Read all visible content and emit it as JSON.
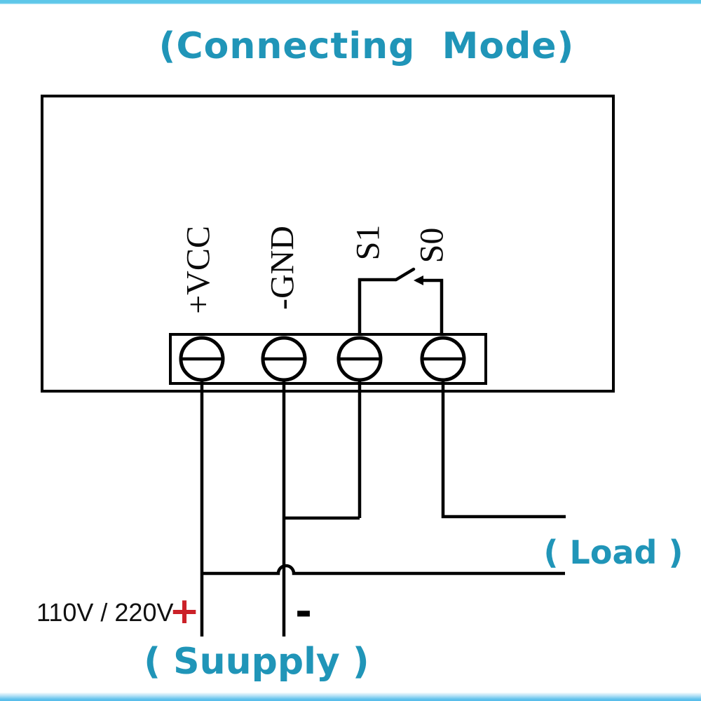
{
  "title": "(Connecting  Mode)",
  "colors": {
    "accent_cyan": "#2095b8",
    "bar_top": "#5ec7e9",
    "bar_bottom": "#5fc1ec",
    "wire_black": "#000000",
    "plus_red": "#cb2128"
  },
  "device": {
    "terminals": [
      {
        "label": "+VCC"
      },
      {
        "label": "-GND"
      },
      {
        "label": "S1"
      },
      {
        "label": "S0"
      }
    ]
  },
  "labels": {
    "supply_voltage": "110V / 220V",
    "supply_plus": "+",
    "supply_minus": "-",
    "load": "( Load )",
    "supply": "( Suupply )"
  }
}
